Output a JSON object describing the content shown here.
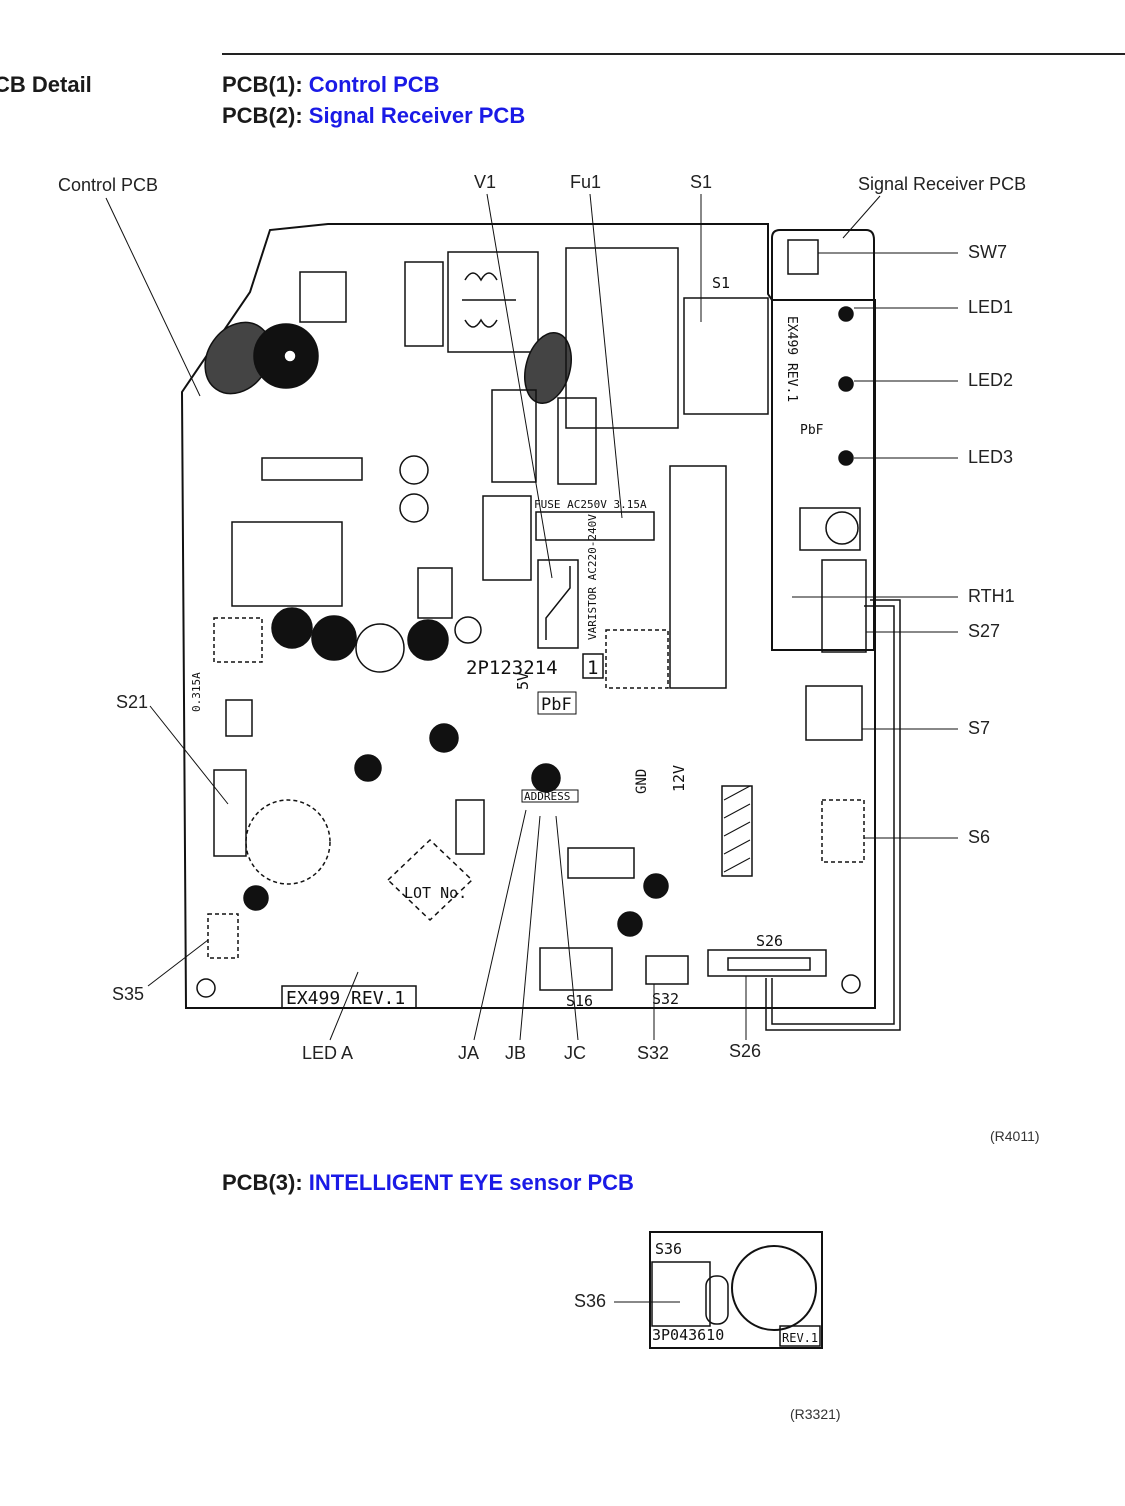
{
  "section_title": "CB Detail",
  "headers": [
    {
      "prefix": "PCB(1): ",
      "name": "Control PCB"
    },
    {
      "prefix": "PCB(2): ",
      "name": "Signal Receiver PCB"
    },
    {
      "prefix": "PCB(3): ",
      "name": "INTELLIGENT EYE sensor PCB"
    }
  ],
  "callouts": {
    "control_pcb": "Control PCB",
    "v1": "V1",
    "fu1": "Fu1",
    "s1": "S1",
    "signal_receiver_pcb": "Signal Receiver PCB",
    "sw7": "SW7",
    "led1": "LED1",
    "led2": "LED2",
    "led3": "LED3",
    "rth1": "RTH1",
    "s27": "S27",
    "s7": "S7",
    "s6": "S6",
    "s21": "S21",
    "s35": "S35",
    "led_a": "LED A",
    "ja": "JA",
    "jb": "JB",
    "jc": "JC",
    "s32": "S32",
    "s26": "S26",
    "s36": "S36"
  },
  "board_markings": {
    "part_no": "2P123214",
    "rev_index": "1",
    "board_rev": "EX499 REV.1",
    "sig_rev": "EX499 REV.1",
    "lot": "LOT No.",
    "fuse": "FUSE AC250V 3.15A",
    "varistor": "VARISTOR AC220-240V",
    "address": "ADDRESS",
    "pbf": "PbF",
    "v5": "5V",
    "v12": "12V",
    "gnd": "GND",
    "s1_mark": "S1",
    "s26_mark": "S26",
    "s16_mark": "S16",
    "s32_mark": "S32",
    "s36_mark": "S36",
    "eye_part": "3P043610",
    "eye_rev": "REV.1",
    "fuse_rating": "0.315A"
  },
  "refs": {
    "r1": "(R4011)",
    "r2": "(R3321)"
  }
}
